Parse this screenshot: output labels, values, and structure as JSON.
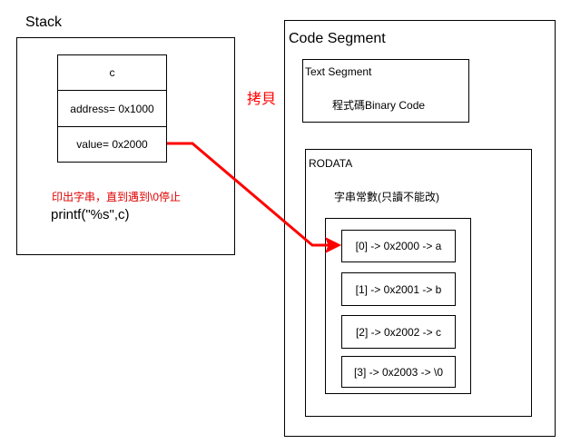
{
  "stack": {
    "title": "Stack",
    "cells": [
      "c",
      "address= 0x1000",
      "value= 0x2000"
    ],
    "note": "印出字串，直到遇到\\0停止",
    "code": "printf(\"%s\",c)"
  },
  "copy_label": "拷貝",
  "code_segment": {
    "title": "Code Segment",
    "text_segment": {
      "title": "Text Segment",
      "content": "程式碼Binary Code"
    },
    "rodata": {
      "title": "RODATA",
      "subtitle": "字串常數(只讀不能改)",
      "entries": [
        "[0] -> 0x2000 -> a",
        "[1] -> 0x2001 -> b",
        "[2] -> 0x2002 -> c",
        "[3] -> 0x2003 -> \\0"
      ]
    }
  },
  "colors": {
    "line": "#000000",
    "arrow": "#ff0000",
    "note": "#e00000",
    "copy_label": "#ff0000"
  }
}
